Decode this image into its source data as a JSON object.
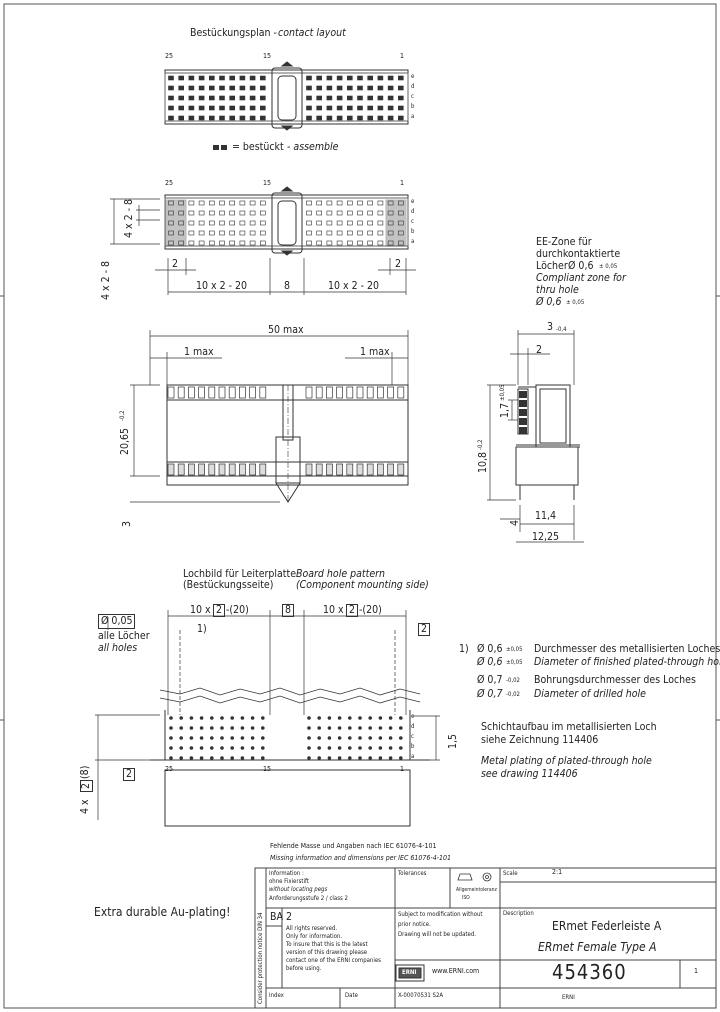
{
  "layout_title": "Bestückungsplan -",
  "layout_title_en": "contact layout",
  "pin_top": {
    "p25": "25",
    "p15": "15",
    "p1": "1"
  },
  "rows": [
    "e",
    "d",
    "c",
    "b",
    "a"
  ],
  "legend_text": "= bestückt",
  "legend_en": "- assemble",
  "dims": {
    "d2": "2",
    "d4x2x8": "4 x 2 - 8",
    "d10x2_20": "10 x 2 - 20",
    "d8": "8",
    "d50": "50 max",
    "d1": "1 max",
    "d2065": "20,65",
    "d2065_tol": "-0,2",
    "d3": "3",
    "d3side": "3",
    "d3side_tol": "-0,4",
    "d17": "1,7",
    "d17_tol": "±0,05",
    "d108": "10,8",
    "d108_tol": "-0,2",
    "d114": "11,4",
    "d1225": "12,25",
    "d4": "4",
    "d15": "1,5",
    "d4x2_8": "4 x",
    "d4x2_8b": "2",
    "d4x2_8c": "(8)"
  },
  "ee_zone": {
    "l1": "EE-Zone für",
    "l2": "durchkontaktierte",
    "l3": "Löcher",
    "l3b": "Ø 0,6",
    "l3c": "± 0,05",
    "l4": "Compliant zone for",
    "l5": "thru hole",
    "l6": "Ø 0,6",
    "l6b": "± 0,05"
  },
  "hole_pattern": {
    "de1": "Lochbild für Leiterplatte",
    "de2": "(Bestückungsseite)",
    "en1": "Board hole pattern",
    "en2": "(Component mounting side)",
    "tol": "Ø 0,05",
    "all_de": "alle Löcher",
    "all_en": "all holes",
    "dim_l": "10 x",
    "dim_l_box": "2",
    "dim_l_rest": "-(20)",
    "dim_m": "8",
    "dim_r": "10 x",
    "dim_r_box": "2",
    "dim_r_rest": "-(20)",
    "box2": "2",
    "note1": "1)"
  },
  "notes": {
    "n1_mark": "1)",
    "n1": "Ø 0,6",
    "n1_tol": "±0,05",
    "n1_text": "Durchmesser des metallisierten Loches",
    "n2": "Ø 0,6",
    "n2_tol": "±0,05",
    "n2_text": "Diameter of finished plated-through hole",
    "n3": "Ø 0,7",
    "n3_tol": "-0,02",
    "n3_text": "Bohrungsdurchmesser des Loches",
    "n4": "Ø 0,7",
    "n4_tol": "-0,02",
    "n4_text": "Diameter of drilled hole",
    "s1": "Schichtaufbau im metallisierten Loch",
    "s2": "siehe Zeichnung 114406",
    "s3": "Metal plating of plated-through hole",
    "s4": "see drawing 114406"
  },
  "extra_plating": "Extra durable Au-plating!",
  "missing": {
    "de": "Fehlende Masse und Angaben nach IEC 61076-4-101",
    "en": "Missing information and dimensions per IEC 61076-4-101"
  },
  "tb": {
    "info_h": "Information :",
    "info1": "ohne Fixierstift",
    "info2": "without locating pegs",
    "info3": "Anforderungsstufe 2  /  class 2",
    "tolerances": "Tolerances",
    "general": "Allgemeintoleranz",
    "general2": "ISO",
    "scale_h": "Scale",
    "scale_v": "2:1",
    "ba": "BA 2",
    "rights1": "All rights reserved.",
    "rights2": "Only for information.",
    "rights3": "To insure that this is the latest",
    "rights4": "version of this drawing please",
    "rights5": "contact one of the ERNI companies",
    "rights6": "before using.",
    "subject1": "Subject to modification without",
    "subject2": "prior notice.",
    "subject3": "Drawing will not be updated.",
    "desc_h": "Description",
    "desc1": "ERmet Federleiste A",
    "desc2": "ERmet Female Type A",
    "erni": "ERNI",
    "web": "www.ERNI.com",
    "partno": "454360",
    "sheet": "1",
    "side": "Consider protection notice DIN 34",
    "index": "Index",
    "date": "Date",
    "code": "X-00070531 S2A",
    "name": "ERNI"
  }
}
